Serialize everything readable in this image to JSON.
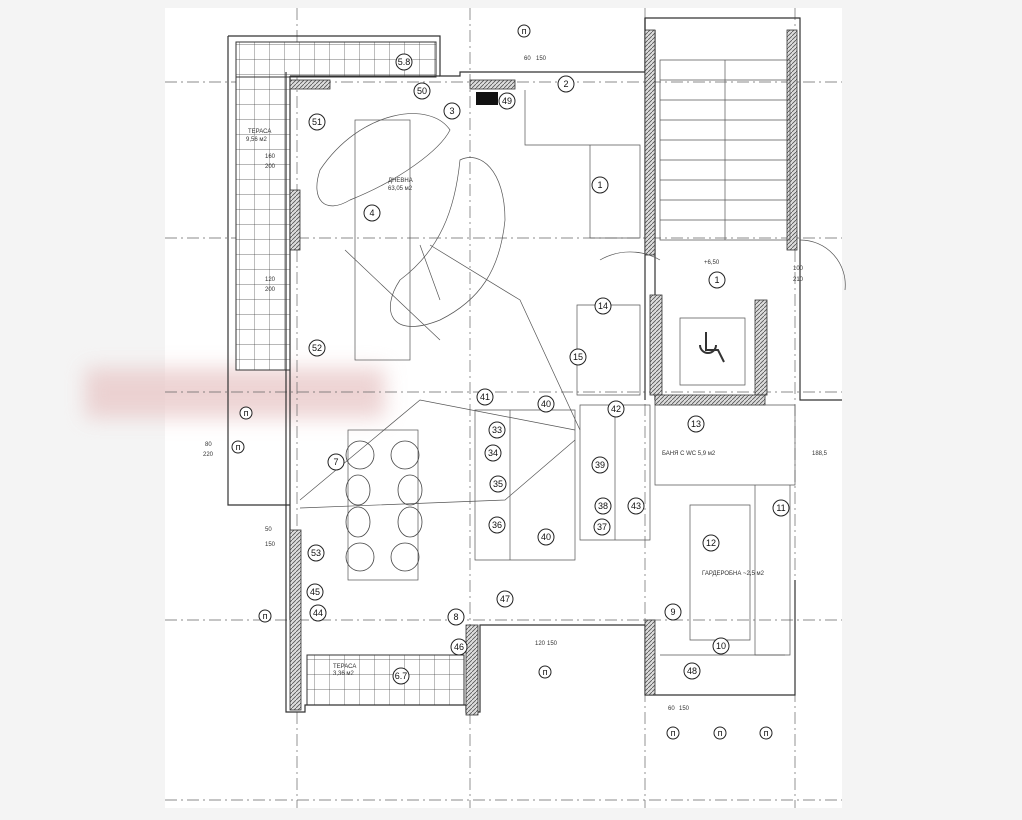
{
  "rooms": {
    "terrace_top": {
      "name": "ТЕРАСА",
      "area": "9,56 м2"
    },
    "living": {
      "name": "ДНЕВНА",
      "area": "63,05 м2"
    },
    "bathroom": {
      "name": "БАНЯ С WC 5,9 м2"
    },
    "wardrobe": {
      "name": "ГАРДЕРОБНА ~2,5 м2"
    },
    "terrace_bottom": {
      "name": "ТЕРАСА",
      "area": "3,36 м2"
    }
  },
  "dimensions": {
    "w1": "160",
    "w1h": "200",
    "w2": "120",
    "w2h": "200",
    "w3": "80",
    "w3h": "220",
    "w4": "50",
    "w4h": "150",
    "w5": "60",
    "w5h": "150",
    "w6": "100",
    "w6h": "210",
    "level": "+6,50",
    "h1": "188,5",
    "w7": "120",
    "w7h": "150",
    "w8": "60",
    "w8h": "150"
  },
  "markers": [
    "п",
    "п",
    "п",
    "п",
    "п",
    "п",
    "п",
    "п"
  ],
  "callouts": [
    "1",
    "2",
    "3",
    "4",
    "49",
    "51",
    "50",
    "5.8",
    "1",
    "7",
    "52",
    "53",
    "45",
    "44",
    "8",
    "46",
    "6.7",
    "47",
    "41",
    "33",
    "34",
    "35",
    "36",
    "40",
    "40",
    "14",
    "15",
    "42",
    "13",
    "39",
    "38",
    "43",
    "37",
    "11",
    "12",
    "9",
    "10",
    "48"
  ],
  "colors": {
    "line": "#333333",
    "hatch": "#888888",
    "blur": "#e9c9c9"
  }
}
